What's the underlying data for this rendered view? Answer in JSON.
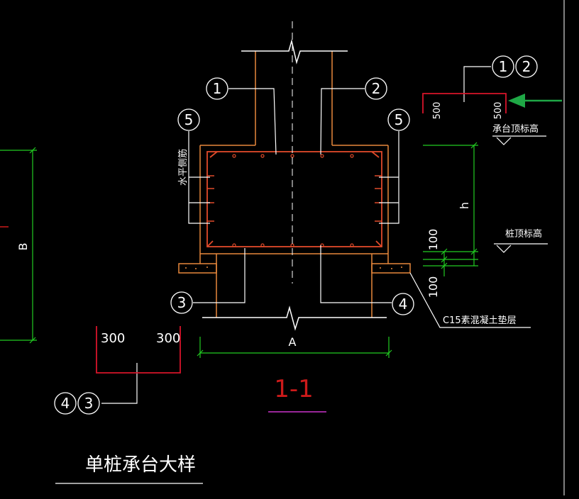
{
  "drawing": {
    "title": "单桩承台大样",
    "section_label": "1-1",
    "dimensions": {
      "width": "A",
      "height_b": "B",
      "height_h": "h",
      "dim_100_upper": "100",
      "dim_100_lower": "100"
    },
    "elevations": {
      "cap_top": "承台顶标高",
      "pile_top": "桩顶标高"
    },
    "notes": {
      "horizontal_bars": "水平侧筋",
      "cushion": "C15素混凝土垫层"
    },
    "markers": {
      "m1": "1",
      "m2": "2",
      "m3": "3",
      "m4": "4",
      "m5_left": "5",
      "m5_right": "5",
      "detail_top_a": "1",
      "detail_top_b": "2",
      "detail_bot_a": "4",
      "detail_bot_b": "3"
    },
    "bar_details": {
      "top_left_leg": "500",
      "top_right_leg": "500",
      "bottom_left_leg": "300",
      "bottom_right_leg": "300"
    },
    "colors": {
      "background": "#000000",
      "concrete": "#e8883c",
      "rebar": "#e8883c",
      "dimension": "#22cc22",
      "leader": "#ffffff",
      "bar_shape": "#d8142a",
      "arrow": "#1fa846",
      "magenta": "#cc33cc"
    }
  }
}
